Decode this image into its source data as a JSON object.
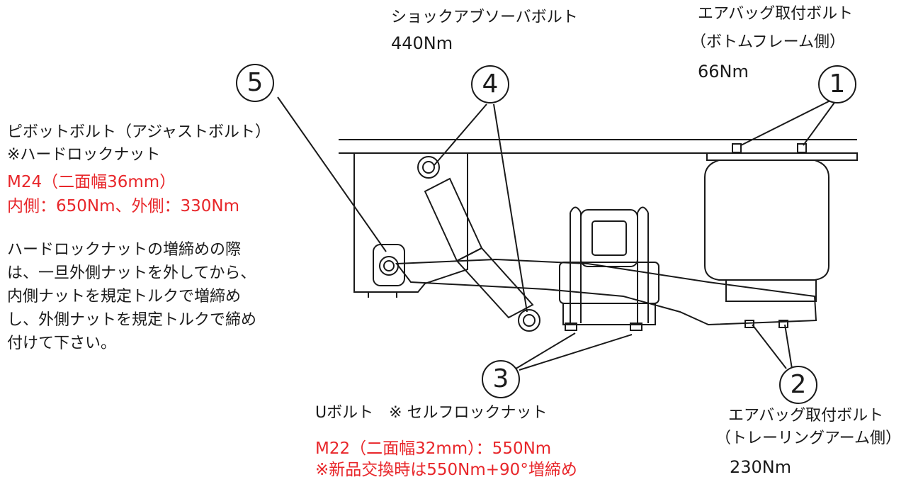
{
  "labels": {
    "shock": {
      "title": "ショックアブソーバボルト",
      "torque": "440Nm"
    },
    "airbag_bottom": {
      "title": "エアバッグ取付ボルト",
      "sub": "（ボトムフレーム側）",
      "torque": "66Nm"
    },
    "pivot": {
      "title": "ピボットボルト（アジャストボルト）",
      "nut": "※ハードロックナット",
      "size": "M24（二面幅36mm）",
      "torque": "内側：650Nm、外側：330Nm",
      "note": "ハードロックナットの増締めの際は、一旦外側ナットを外してから、内側ナットを規定トルクで増締めし、外側ナットを規定トルクで締め付けて下さい。"
    },
    "ubolt": {
      "title": "Uボルト　※ セルフロックナット",
      "size_torque": "M22（二面幅32mm）：550Nm",
      "replace": "※新品交換時は550Nm+90°増締め"
    },
    "airbag_arm": {
      "title": "エアバッグ取付ボルト",
      "sub": "（トレーリングアーム側）",
      "torque": "230Nm"
    }
  },
  "callouts": {
    "c1": "1",
    "c2": "2",
    "c3": "3",
    "c4": "4",
    "c5": "5"
  },
  "colors": {
    "emphasis": "#e8262a",
    "line": "#1a1a1a"
  }
}
